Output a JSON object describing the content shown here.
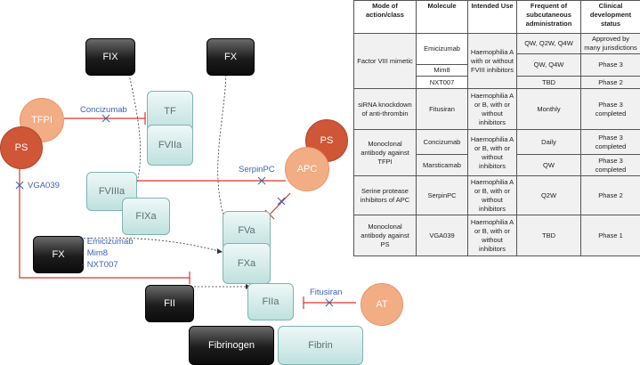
{
  "diagram": {
    "factors": {
      "fix": "FIX",
      "fx_top": "FX",
      "tf": "TF",
      "fviia": "FVIIa",
      "fviiia": "FVIIIa",
      "fixa": "FIXa",
      "fx_mid": "FX",
      "fva": "FVa",
      "fxa": "FXa",
      "fii": "FII",
      "fiia": "FIIa",
      "fibrinogen": "Fibrinogen",
      "fibrin": "Fibrin"
    },
    "inhibitors": {
      "tfpi": "TFPI",
      "ps_left": "PS",
      "ps_right": "PS",
      "apc": "APC",
      "at": "AT"
    },
    "drug_labels": {
      "concizumab": "Concizumab",
      "vga039": "VGA039",
      "serpinpc": "SerpinPC",
      "fitusiran": "Fitusiran",
      "emicizumab": "- Emicizumab",
      "mim8": "- Mim8",
      "nxt007": "- NXT007"
    },
    "colors": {
      "inhibition_line": "#d9342b",
      "drug_text": "#3b62b5",
      "cross": "#3b62b5"
    }
  },
  "table": {
    "headers": [
      "Mode of action/class",
      "Molecule",
      "Intended Use",
      "Frequent of subcutaneous administration",
      "Clinical development status"
    ],
    "fviii": {
      "mode": "Factor VIII mimetic",
      "use": "Haemophilia A with or without FVIII inhibitors",
      "rows": [
        {
          "molecule": "Emicizumab",
          "freq": "QW, Q2W, Q4W",
          "status": "Approved by many jurisdictions"
        },
        {
          "molecule": "Mim8",
          "freq": "QW, Q4W",
          "status": "Phase 3"
        },
        {
          "molecule": "NXT007",
          "freq": "TBD",
          "status": "Phase 2"
        }
      ]
    },
    "sirna": {
      "mode": "siRNA knockdown of anti-thrombin",
      "molecule": "Fitusiran",
      "use": "Haemophilia A or B, with or without inhibitors",
      "freq": "Monthly",
      "status": "Phase 3 completed"
    },
    "tfpi": {
      "mode": "Monoclonal antibody against TFPI",
      "use": "Haemophilia A or B, with or without inhibitors",
      "rows": [
        {
          "molecule": "Concizumab",
          "freq": "Daily",
          "status": "Phase 3 completed"
        },
        {
          "molecule": "Marsticamab",
          "freq": "QW",
          "status": "Phase 3 completed"
        }
      ]
    },
    "serpin": {
      "mode": "Serine protease inhibitors of APC",
      "molecule": "SerpinPC",
      "use": "Haemophilia A or B, with or without inhibitors",
      "freq": "Q2W",
      "status": "Phase 2"
    },
    "ps": {
      "mode": "Monoclonal antibody against PS",
      "molecule": "VGA039",
      "use": "Haemophilia A or B, with or without inhibitors",
      "freq": "TBD",
      "status": "Phase 1"
    }
  }
}
